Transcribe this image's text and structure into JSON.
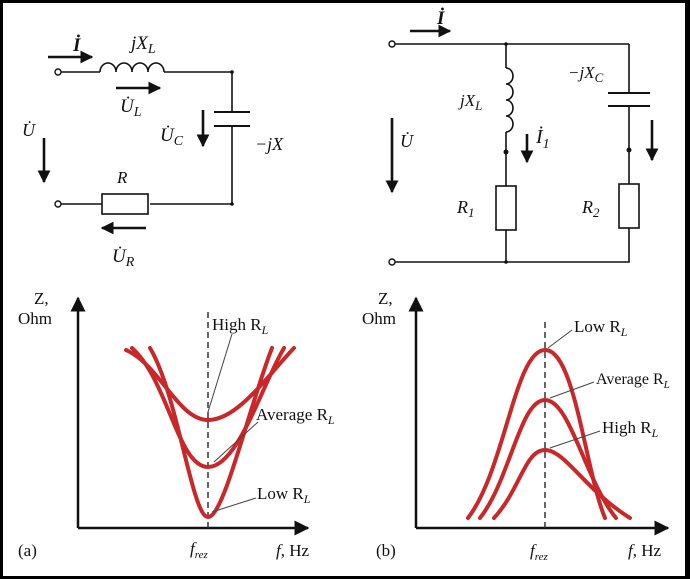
{
  "circuit_a": {
    "current": "İ",
    "inductor": "jX",
    "inductor_sub": "L",
    "voltage_l": "U̇",
    "voltage_l_sub": "L",
    "voltage_c": "U̇",
    "voltage_c_sub": "C",
    "capacitor": "−jX",
    "voltage": "U̇",
    "resistor": "R",
    "voltage_r": "U̇",
    "voltage_r_sub": "R"
  },
  "circuit_b": {
    "current": "İ",
    "inductor": "jX",
    "inductor_sub": "L",
    "capacitor": "−jX",
    "capacitor_sub": "C",
    "branch_current": "İ",
    "branch_current_sub": "1",
    "voltage": "U̇",
    "r1": "R",
    "r1_sub": "1",
    "r2": "R",
    "r2_sub": "2"
  },
  "graph_a": {
    "panel_label": "(a)",
    "ylabel_line1": "Z,",
    "ylabel_line2": "Ohm",
    "xlabel_var": "f",
    "xlabel_unit": ", Hz",
    "f_res_main": "f",
    "f_res_sub": "rez",
    "curve_labels": [
      {
        "text": "High R",
        "sub": "L"
      },
      {
        "text": "Average R",
        "sub": "L"
      },
      {
        "text": "Low R",
        "sub": "L"
      }
    ]
  },
  "graph_b": {
    "panel_label": "(b)",
    "ylabel_line1": "Z,",
    "ylabel_line2": "Ohm",
    "xlabel_var": "f",
    "xlabel_unit": ", Hz",
    "f_res_main": "f",
    "f_res_sub": "rez",
    "curve_labels": [
      {
        "text": "Low R",
        "sub": "L"
      },
      {
        "text": "Average R",
        "sub": "L"
      },
      {
        "text": "High R",
        "sub": "L"
      }
    ]
  },
  "colors": {
    "curve": "#c8282a",
    "frame": "#000000"
  }
}
